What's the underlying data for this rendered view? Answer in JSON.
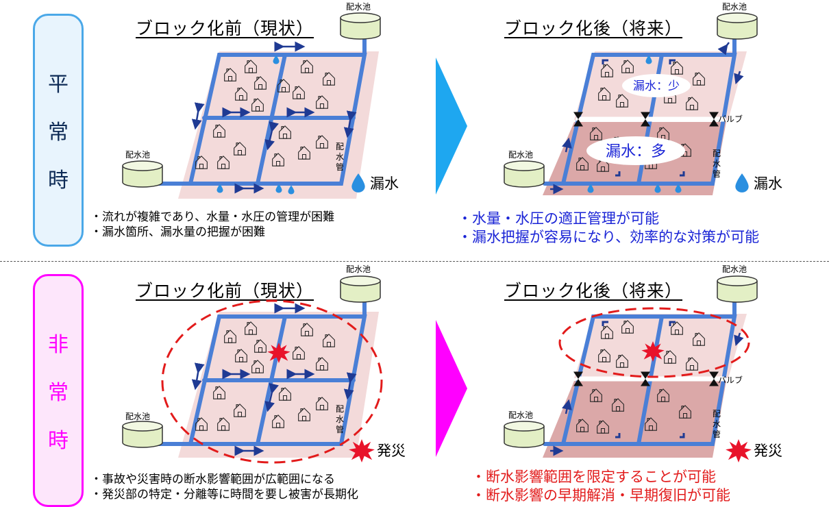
{
  "rows": {
    "normal": {
      "label_chars": [
        "平",
        "常",
        "時"
      ],
      "before": {
        "title": "ブロック化前（現状）",
        "bullets": [
          "流れが複雑であり、水量・水圧の管理が困難",
          "漏水箇所、漏水量の把握が困難"
        ]
      },
      "after": {
        "title": "ブロック化後（将来）",
        "bullets": [
          "水量・水圧の適正管理が可能",
          "漏水把握が容易になり、効率的な対策が可能"
        ],
        "leak_small": "漏水：少",
        "leak_large": "漏水：多"
      },
      "legend": "漏水"
    },
    "emergency": {
      "label_chars": [
        "非",
        "常",
        "時"
      ],
      "before": {
        "title": "ブロック化前（現状）",
        "bullets": [
          "事故や災害時の断水影響範囲が広範囲になる",
          "発災部の特定・分離等に時間を要し被害が長期化"
        ]
      },
      "after": {
        "title": "ブロック化後（将来）",
        "bullets": [
          "断水影響範囲を限定することが可能",
          "断水影響の早期解消・早期復旧が可能"
        ]
      },
      "legend": "発災"
    }
  },
  "labels": {
    "reservoir": "配水池",
    "pipe_chars": [
      "配",
      "水",
      "管"
    ],
    "valve": "バルブ"
  },
  "colors": {
    "normal_accent": "#4aa8e8",
    "emergency_accent": "#ff00ff",
    "pipe": "#4a7fd6",
    "block_light": "#f3dada",
    "block_dark": "#dba8a8",
    "blue_text": "#1a24d6",
    "red_text": "#e21b1b",
    "leak": "#2a8fe0",
    "burst": "#e8132a"
  },
  "icons": [
    "reservoir-icon",
    "house-icon",
    "water-drop-icon",
    "flow-arrow-icon",
    "valve-icon",
    "burst-icon",
    "arrow-right-icon"
  ]
}
